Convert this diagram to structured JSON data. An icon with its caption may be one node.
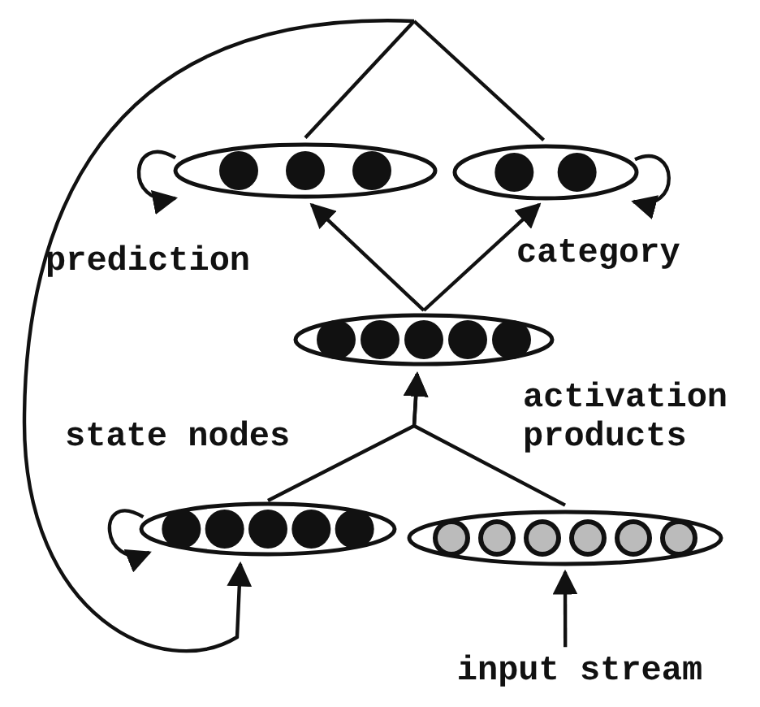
{
  "diagram": {
    "nodes": [
      {
        "text": [],
        "shape": "ellipse",
        "beside": [
          "prediction"
        ]
      },
      {
        "text": [],
        "shape": "ellipse",
        "beside": [
          "category"
        ]
      },
      {
        "text": [],
        "shape": "ellipse"
      },
      {
        "text": [],
        "shape": "ellipse",
        "beside": [
          "state nodes"
        ]
      },
      {
        "text": [],
        "shape": "ellipse"
      },
      {
        "text": [
          "input stream"
        ]
      }
    ],
    "edges": [
      {
        "from": 2,
        "to": 0,
        "arrow": "to"
      },
      {
        "from": 2,
        "to": 1,
        "arrow": "to"
      },
      {
        "from": 3,
        "to": 2,
        "arrow": "to"
      },
      {
        "from": 4,
        "to": 2,
        "arrow": "to"
      },
      {
        "from": 0,
        "to": 0,
        "arrow": "to"
      },
      {
        "from": 1,
        "to": 1,
        "arrow": "to"
      },
      {
        "from": 3,
        "to": 3,
        "arrow": "to"
      },
      {
        "from": 0,
        "to": 3,
        "arrow": "to"
      },
      {
        "from": 1,
        "to": 3,
        "arrow": "to"
      },
      {
        "from": 5,
        "to": 4,
        "arrow": "to"
      }
    ],
    "labels": [
      "activation products"
    ]
  }
}
